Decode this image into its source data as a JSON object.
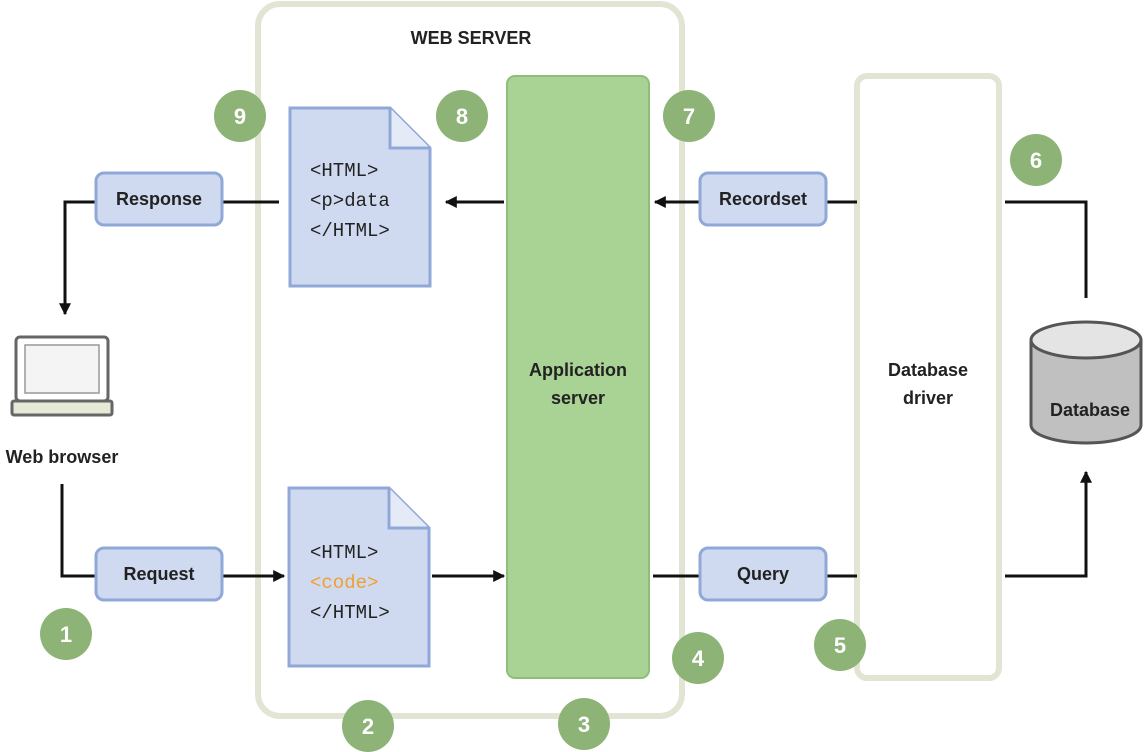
{
  "web_server": {
    "title": "WEB SERVER"
  },
  "application_server": {
    "line1": "Application",
    "line2": "server"
  },
  "database_driver": {
    "line1": "Database",
    "line2": "driver"
  },
  "database": {
    "label": "Database"
  },
  "web_browser": {
    "label": "Web browser",
    "icon": "laptop-icon"
  },
  "messages": {
    "response": "Response",
    "request": "Request",
    "recordset": "Recordset",
    "query": "Query"
  },
  "response_page": {
    "icon": "document-icon",
    "lines": [
      "<HTML>",
      "<p>data",
      "</HTML>"
    ]
  },
  "request_page": {
    "icon": "document-icon",
    "lines": [
      "<HTML>",
      "<code>",
      "</HTML>"
    ]
  },
  "steps": [
    "1",
    "2",
    "3",
    "4",
    "5",
    "6",
    "7",
    "8",
    "9"
  ],
  "colors": {
    "step_circle": "#8db377",
    "message_box": "#cfdaf0",
    "message_border": "#8fa8d8",
    "app_server": "#a9d395",
    "container_border": "#e2e5d3",
    "code_highlight": "#f0a030",
    "database_fill": "#c0c0c0"
  }
}
